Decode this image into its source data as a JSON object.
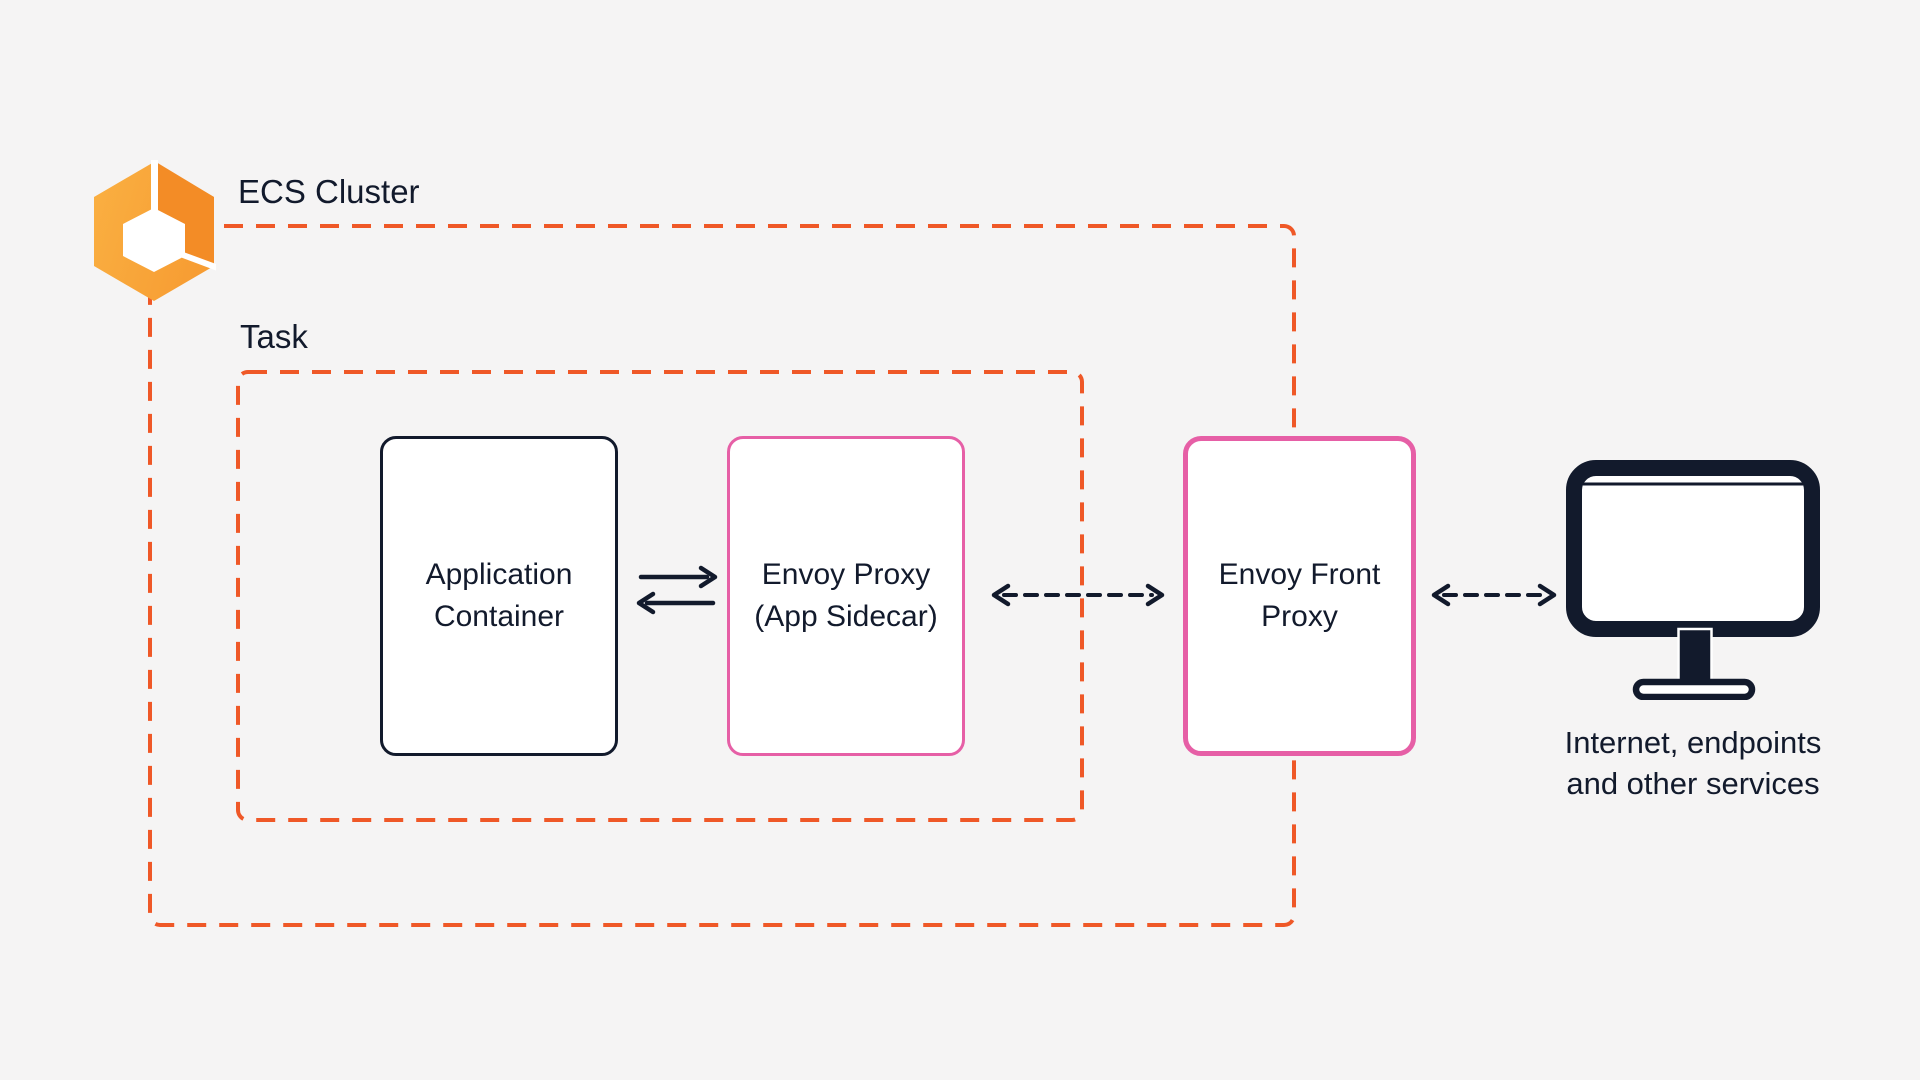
{
  "colors": {
    "canvas-bg": "#F5F4F4",
    "node-bg": "#FFFFFF",
    "ink-navy": "#121A2C",
    "accent-orange": "#EF5827",
    "accent-pink": "#E65FA6",
    "logo-orange-light": "#FAB042",
    "logo-orange-mid": "#F79D33",
    "logo-orange-dark": "#F38C26"
  },
  "cluster": {
    "label": "ECS Cluster"
  },
  "task": {
    "label": "Task"
  },
  "nodes": {
    "application_container": {
      "line1": "Application",
      "line2": "Container"
    },
    "envoy_proxy": {
      "line1": "Envoy Proxy",
      "line2": "(App Sidecar)"
    },
    "envoy_front_proxy": {
      "line1": "Envoy Front",
      "line2": "Proxy"
    }
  },
  "external": {
    "line1": "Internet, endpoints",
    "line2": "and other services"
  },
  "icons": {
    "ecs_logo": "ecs-cluster-hexagon-icon",
    "monitor": "monitor-icon"
  },
  "connections": {
    "app_to_sidecar": "solid-arrow-right",
    "sidecar_to_app": "solid-arrow-left",
    "sidecar_frontproxy": "dashed-double-arrow",
    "frontproxy_internet": "dashed-double-arrow"
  }
}
